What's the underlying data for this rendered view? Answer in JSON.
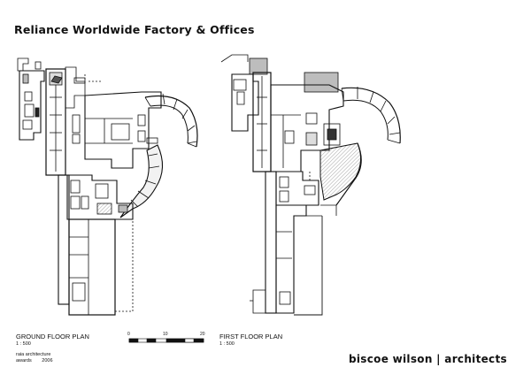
{
  "sheet": {
    "title": "Reliance Worldwide Factory & Offices",
    "firm": "biscoe wilson | architects",
    "award_line1": "raia architecture",
    "award_line2": "awards",
    "award_year": "2006"
  },
  "plans": [
    {
      "label": "GROUND FLOOR PLAN",
      "scale": "1 : 500"
    },
    {
      "label": "FIRST FLOOR PLAN",
      "scale": "1 : 500"
    }
  ],
  "scale_bar": {
    "ticks": [
      "0",
      "10",
      "20"
    ]
  },
  "colors": {
    "ink": "#111111",
    "hatch": "#888888",
    "shade": "#bdbdbd"
  }
}
